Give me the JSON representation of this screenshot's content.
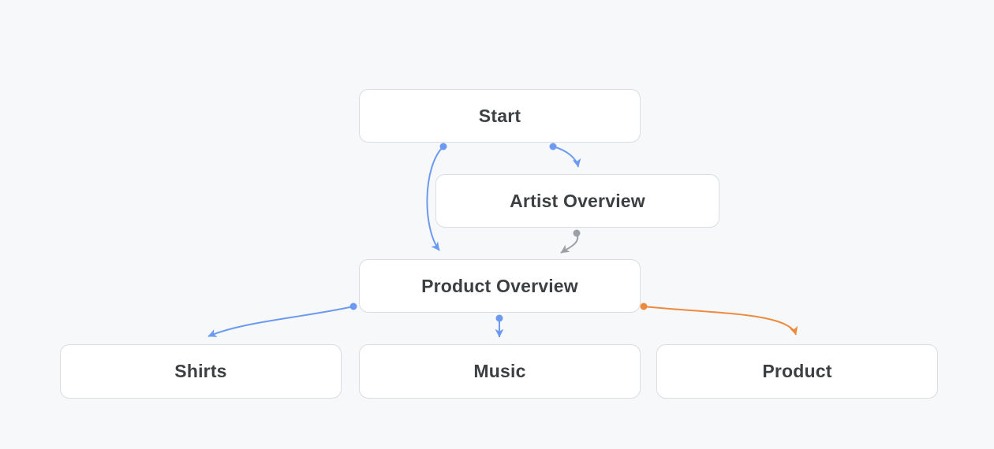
{
  "diagram": {
    "nodes": [
      {
        "id": "start",
        "label": "Start"
      },
      {
        "id": "artist-overview",
        "label": "Artist Overview"
      },
      {
        "id": "product-overview",
        "label": "Product Overview"
      },
      {
        "id": "shirts",
        "label": "Shirts"
      },
      {
        "id": "music",
        "label": "Music"
      },
      {
        "id": "product",
        "label": "Product"
      }
    ],
    "edges": [
      {
        "from": "start",
        "to": "artist-overview",
        "color": "blue"
      },
      {
        "from": "start",
        "to": "product-overview",
        "color": "blue"
      },
      {
        "from": "artist-overview",
        "to": "product-overview",
        "color": "gray"
      },
      {
        "from": "product-overview",
        "to": "shirts",
        "color": "blue"
      },
      {
        "from": "product-overview",
        "to": "music",
        "color": "blue"
      },
      {
        "from": "product-overview",
        "to": "product",
        "color": "orange"
      }
    ]
  },
  "colors": {
    "edge_blue": "#6b9af0",
    "edge_gray": "#9aa0a6",
    "edge_orange": "#ee8a3e",
    "node_background": "#ffffff",
    "node_border": "#dadce0",
    "node_text": "#3c4043",
    "canvas_background": "#f7f8fa"
  }
}
